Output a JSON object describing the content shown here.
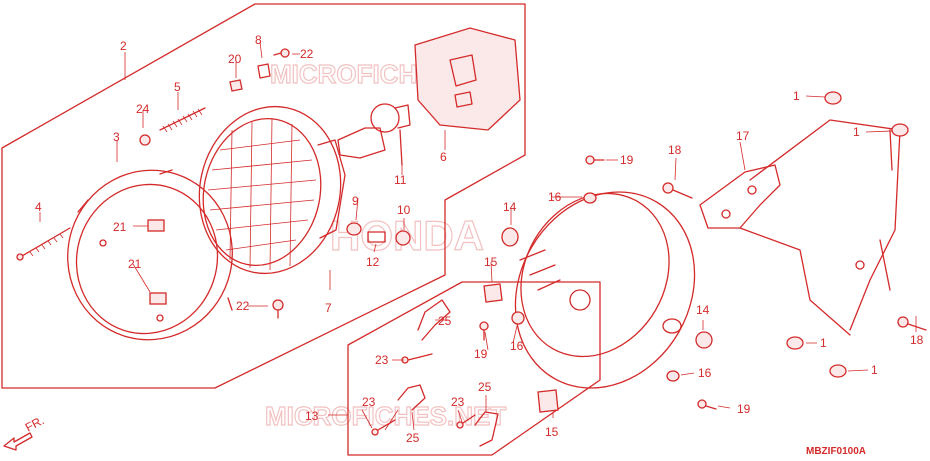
{
  "watermarks": {
    "top": "MICROFICHES.NET",
    "middle": "HONDA",
    "bottom": "MICROFICHES.NET"
  },
  "part_labels": {
    "p1a": "1",
    "p1b": "1",
    "p1c": "1",
    "p1d": "1",
    "p2": "2",
    "p3": "3",
    "p4": "4",
    "p5": "5",
    "p6": "6",
    "p7": "7",
    "p8": "8",
    "p9": "9",
    "p10": "10",
    "p11": "11",
    "p12": "12",
    "p13": "13",
    "p14a": "14",
    "p14b": "14",
    "p15a": "15",
    "p15b": "15",
    "p16a": "16",
    "p16b": "16",
    "p16c": "16",
    "p17": "17",
    "p18a": "18",
    "p18b": "18",
    "p19a": "19",
    "p19b": "19",
    "p19c": "19",
    "p20": "20",
    "p21a": "21",
    "p21b": "21",
    "p22a": "22",
    "p22b": "22",
    "p23a": "23",
    "p23b": "23",
    "p23c": "23",
    "p24": "24",
    "p25a": "25",
    "p25b": "25",
    "p25c": "25"
  },
  "front_arrow_label": "FR.",
  "diagram_code": "MBZIF0100A",
  "colors": {
    "line": "#d42a2a",
    "watermark": "#f2c2c2",
    "background": "#ffffff"
  }
}
